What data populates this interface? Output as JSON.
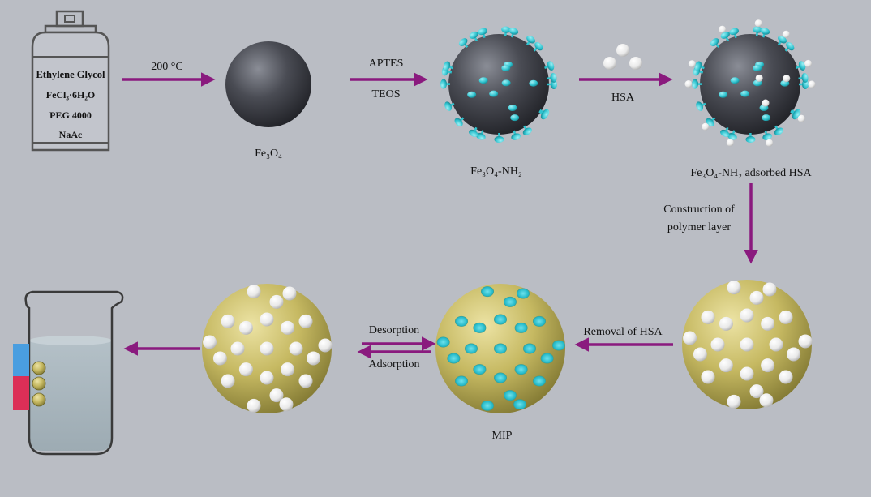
{
  "colors": {
    "background": "#babdc4",
    "arrow": "#8a1a7e",
    "fe3o4_core": "#3b3d44",
    "shell": "#c9bd63",
    "amine_cyan": "#2fc3cf",
    "hsa_white": "#f1f1f1",
    "beaker_blue": "#4a9ee0",
    "beaker_red": "#dc2f57"
  },
  "reagents": {
    "items": [
      "Ethylene Glycol",
      "FeCl₃·6H₂O",
      "PEG 4000",
      "NaAc"
    ]
  },
  "steps": {
    "temp": "200 °C",
    "aptes": "APTES",
    "teos": "TEOS",
    "hsa": "HSA",
    "construction_line1": "Construction of",
    "construction_line2": "polymer layer",
    "removal": "Removal of HSA",
    "desorption": "Desorption",
    "adsorption": "Adsorption"
  },
  "labels": {
    "fe3o4": "Fe₃O₄",
    "fe3o4_nh2": "Fe₃O₄-NH₂",
    "fe3o4_nh2_hsa": "Fe₃O₄-NH₂ adsorbed HSA",
    "mip": "MIP"
  }
}
